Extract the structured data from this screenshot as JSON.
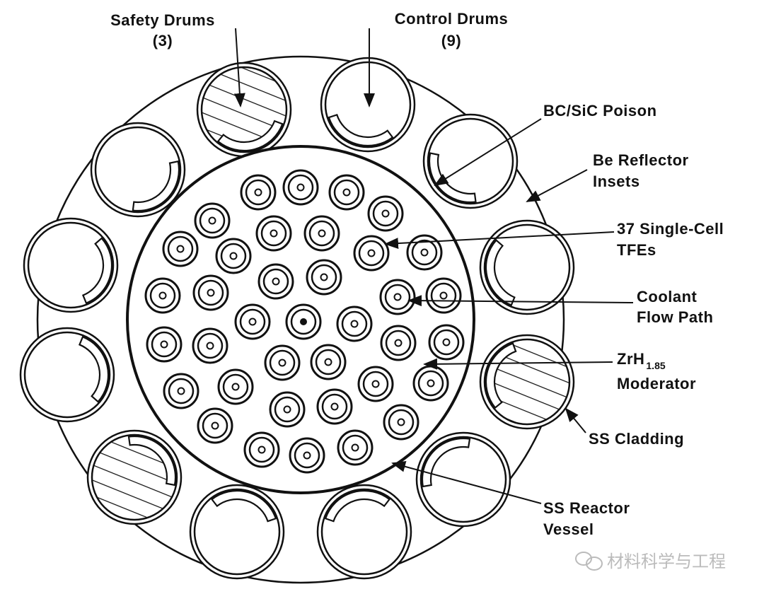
{
  "labels": {
    "safety_drums": "Safety Drums",
    "safety_count": "(3)",
    "control_drums": "Control Drums",
    "control_count": "(9)",
    "poison": "BC/SiC Poison",
    "reflector_1": "Be Reflector",
    "reflector_2": "Insets",
    "tfes_1": "37 Single-Cell",
    "tfes_2": "TFEs",
    "coolant_1": "Coolant",
    "coolant_2": "Flow Path",
    "moderator_base": "ZrH",
    "moderator_sub": "1.85",
    "moderator_2": "Moderator",
    "cladding": "SS Cladding",
    "vessel_1": "SS Reactor",
    "vessel_2": "Vessel"
  },
  "watermark": "材料科学与工程",
  "colors": {
    "line": "#111111",
    "watermark": "#bbbbbb"
  }
}
